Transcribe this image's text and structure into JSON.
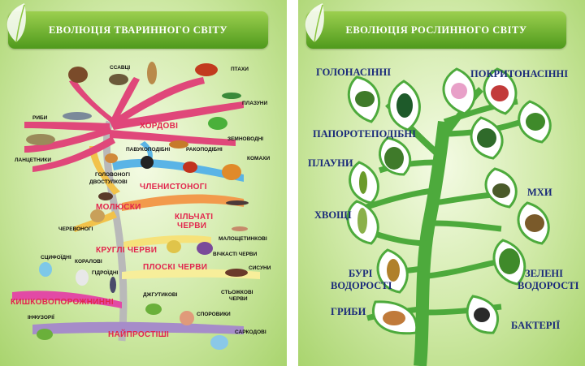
{
  "left_panel": {
    "title": "ЕВОЛЮЦІЯ ТВАРИННОГО СВІТУ",
    "groups": {
      "chordates": "ХОРДОВІ",
      "arthropods": "ЧЛЕНИСТОНОГІ",
      "molluscs": "МОЛЮСКИ",
      "annelids_1": "КІЛЬЧАТІ",
      "annelids_2": "ЧЕРВИ",
      "roundworms": "КРУГЛІ ЧЕРВИ",
      "flatworms": "ПЛОСКІ ЧЕРВИ",
      "cnidarians": "КИШКОВОПОРОЖНИННІ",
      "protozoa": "НАЙПРОСТІШІ"
    },
    "labels": {
      "mammals": "ССАВЦІ",
      "birds": "ПТАХИ",
      "reptiles": "ПЛАЗУНИ",
      "fish": "РИБИ",
      "amphibians": "ЗЕМНОВОДНІ",
      "lancelets": "ЛАНЦЕТНИКИ",
      "arachnids": "ПАВУКОПОДІБНІ",
      "crustaceans": "РАКОПОДІБНІ",
      "insects": "КОМАХИ",
      "cephalopods": "ГОЛОВОНОГІ",
      "bivalves": "ДВОСТУЛКОВІ",
      "gastropods": "ЧЕРЕВОНОГІ",
      "oligochaetes": "МАЛОЩЕТИНКОВІ",
      "flukes": "ВІЧКАСТІ ЧЕРВИ",
      "leeches": "СИСУНИ",
      "tapeworms_1": "СТЬОЖКОВІ",
      "tapeworms_2": "ЧЕРВИ",
      "scyphozoa": "СЦИФОЇДНІ",
      "corals": "КОРАЛОВІ",
      "hydroids": "ГІДРОЇДНІ",
      "flagellates": "ДЖГУТИКОВІ",
      "sporozoa": "СПОРОВИКИ",
      "ciliates": "ІНФУЗОРІЇ",
      "sarcodines": "САРКОДОВІ"
    }
  },
  "right_panel": {
    "title": "ЕВОЛЮЦІЯ РОСЛИННОГО СВІТУ",
    "labels": {
      "gymnosperms": "ГОЛОНАСІННІ",
      "angiosperms": "ПОКРИТОНАСІННІ",
      "ferns_1": "ПАПОРОТЕПОДІБНІ",
      "ferns_2": "",
      "clubmosses": "ПЛАУНИ",
      "mosses": "МХИ",
      "horsetails": "ХВОЩІ",
      "brown_algae_1": "БУРІ",
      "brown_algae_2": "ВОДОРОСТІ",
      "green_algae_1": "ЗЕЛЕНІ",
      "green_algae_2": "ВОДОРОСТІ",
      "fungi": "ГРИБИ",
      "bacteria": "БАКТЕРІЇ"
    }
  },
  "colors": {
    "banner": "#6cb030",
    "red_label": "#e2264d",
    "blue_label": "#1a2a7a",
    "plant_tree": "#4daa3c",
    "chordate_branch": "#e0477a",
    "arthropod_branch": "#5ab4e6",
    "mollusc_branch": "#f2c24a",
    "annelid_branch": "#f29a4c",
    "roundworm_branch": "#f6e27a",
    "flatworm_branch": "#f7ee9a",
    "cnidarian_branch": "#e24aa5",
    "protozoa_branch": "#a68cc9",
    "trunk": "#b9b9b9"
  }
}
